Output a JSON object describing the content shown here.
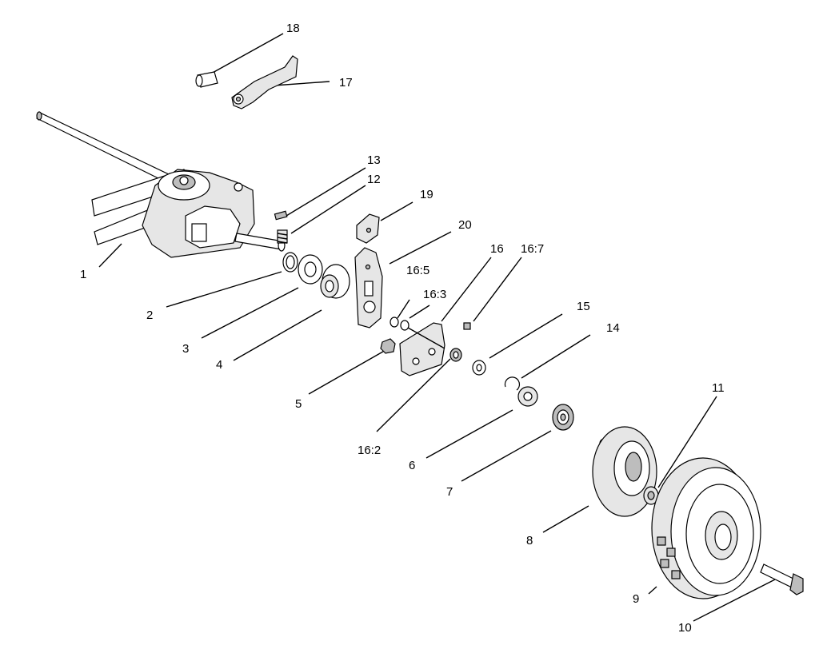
{
  "diagram": {
    "callouts": [
      "1",
      "2",
      "3",
      "4",
      "5",
      "6",
      "7",
      "8",
      "9",
      "10",
      "11",
      "12",
      "13",
      "14",
      "15",
      "16",
      "16:2",
      "16:3",
      "16:5",
      "16:7",
      "17",
      "18",
      "19",
      "20"
    ]
  }
}
